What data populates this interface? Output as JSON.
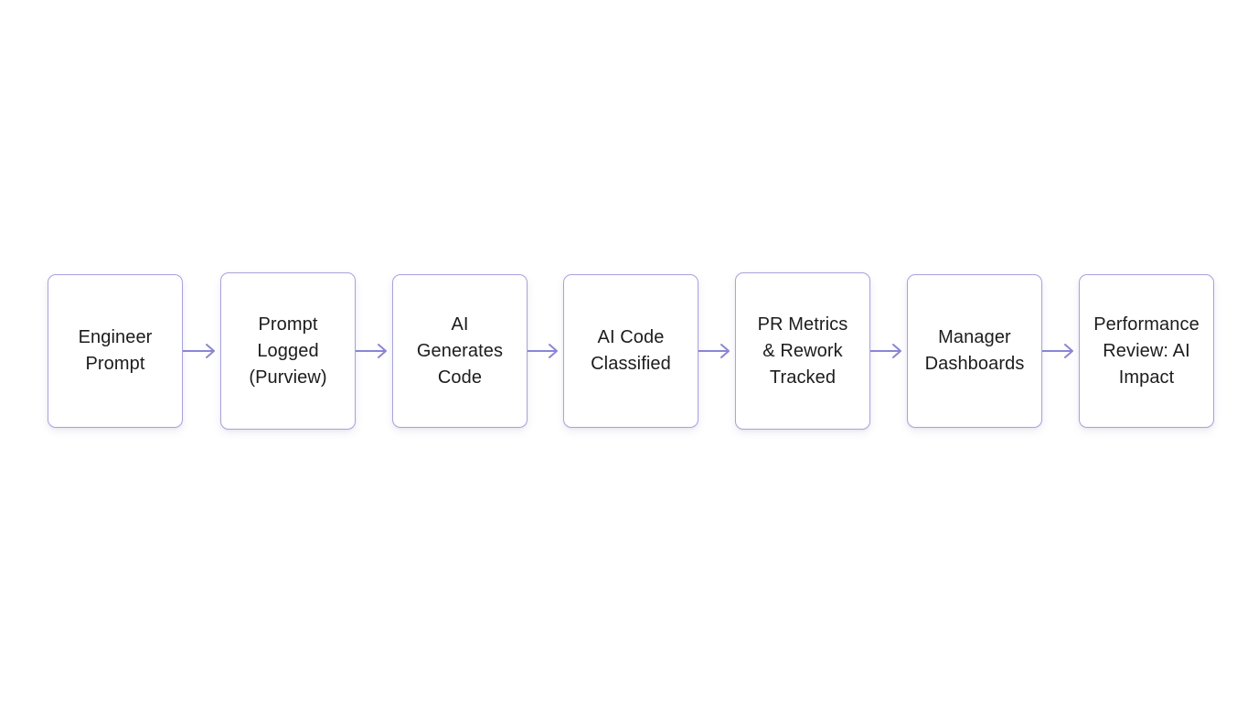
{
  "diagram": {
    "type": "flowchart",
    "orientation": "left-to-right",
    "background_color": "#ffffff",
    "node_border_color": "#a8a3dc",
    "node_fill_color": "#ffffff",
    "arrow_color": "#8b85d4",
    "text_color": "#1c1c1c",
    "nodes": [
      {
        "id": "engineer-prompt",
        "label": "Engineer\nPrompt"
      },
      {
        "id": "prompt-logged",
        "label": "Prompt\nLogged\n(Purview)"
      },
      {
        "id": "ai-generates-code",
        "label": "AI\nGenerates\nCode"
      },
      {
        "id": "ai-code-classified",
        "label": "AI Code\nClassified"
      },
      {
        "id": "pr-metrics-rework",
        "label": "PR Metrics\n& Rework\nTracked"
      },
      {
        "id": "manager-dashboards",
        "label": "Manager\nDashboards"
      },
      {
        "id": "performance-review",
        "label": "Performance\nReview: AI\nImpact"
      }
    ],
    "edges": [
      {
        "from": "engineer-prompt",
        "to": "prompt-logged",
        "label": ""
      },
      {
        "from": "prompt-logged",
        "to": "ai-generates-code",
        "label": ""
      },
      {
        "from": "ai-generates-code",
        "to": "ai-code-classified",
        "label": ""
      },
      {
        "from": "ai-code-classified",
        "to": "pr-metrics-rework",
        "label": ""
      },
      {
        "from": "pr-metrics-rework",
        "to": "manager-dashboards",
        "label": ""
      },
      {
        "from": "manager-dashboards",
        "to": "performance-review",
        "label": ""
      }
    ]
  }
}
